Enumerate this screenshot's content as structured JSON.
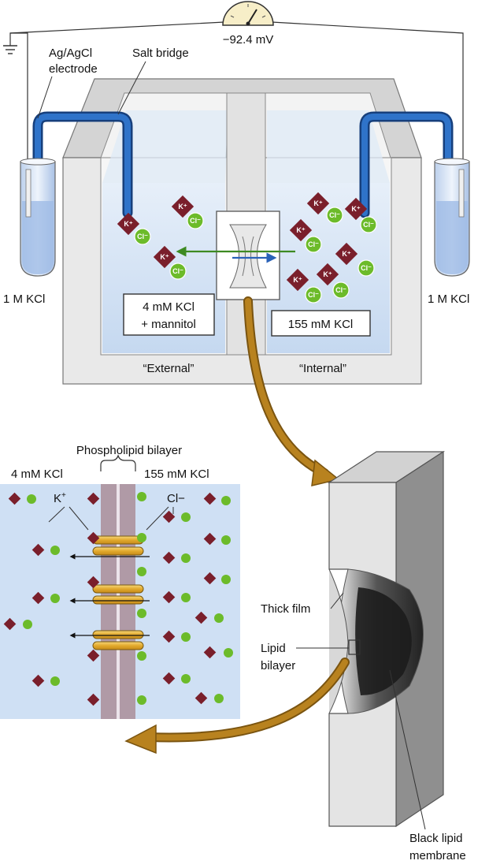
{
  "voltmeter": {
    "reading": "−92.4 mV"
  },
  "labels": {
    "electrode": "Ag/AgCl",
    "electrode2": "electrode",
    "salt_bridge": "Salt bridge",
    "left_tube": "1 M KCl",
    "right_tube": "1 M KCl",
    "external_conc_1": "4 mM KCl",
    "external_conc_2": "+ mannitol",
    "internal_conc": "155 mM KCl",
    "external": "“External”",
    "internal": "“Internal”"
  },
  "ions": {
    "potassium": "K+",
    "chloride": "Cl−"
  },
  "bilayer_panel": {
    "title": "Phospholipid bilayer",
    "left_conc": "4 mM KCl",
    "right_conc": "155 mM KCl",
    "k_label": "K",
    "k_sup": "+",
    "cl_label": "Cl−"
  },
  "membrane_panel": {
    "thick_film": "Thick film",
    "lipid_1": "Lipid",
    "lipid_2": "bilayer",
    "black_1": "Black lipid",
    "black_2": "membrane"
  },
  "colors": {
    "potassium": "#7a1f2b",
    "chloride": "#6cbb2a",
    "solution": "#cfe0f4",
    "tube": "#1f5cb0",
    "arrow": "#a8781c"
  }
}
